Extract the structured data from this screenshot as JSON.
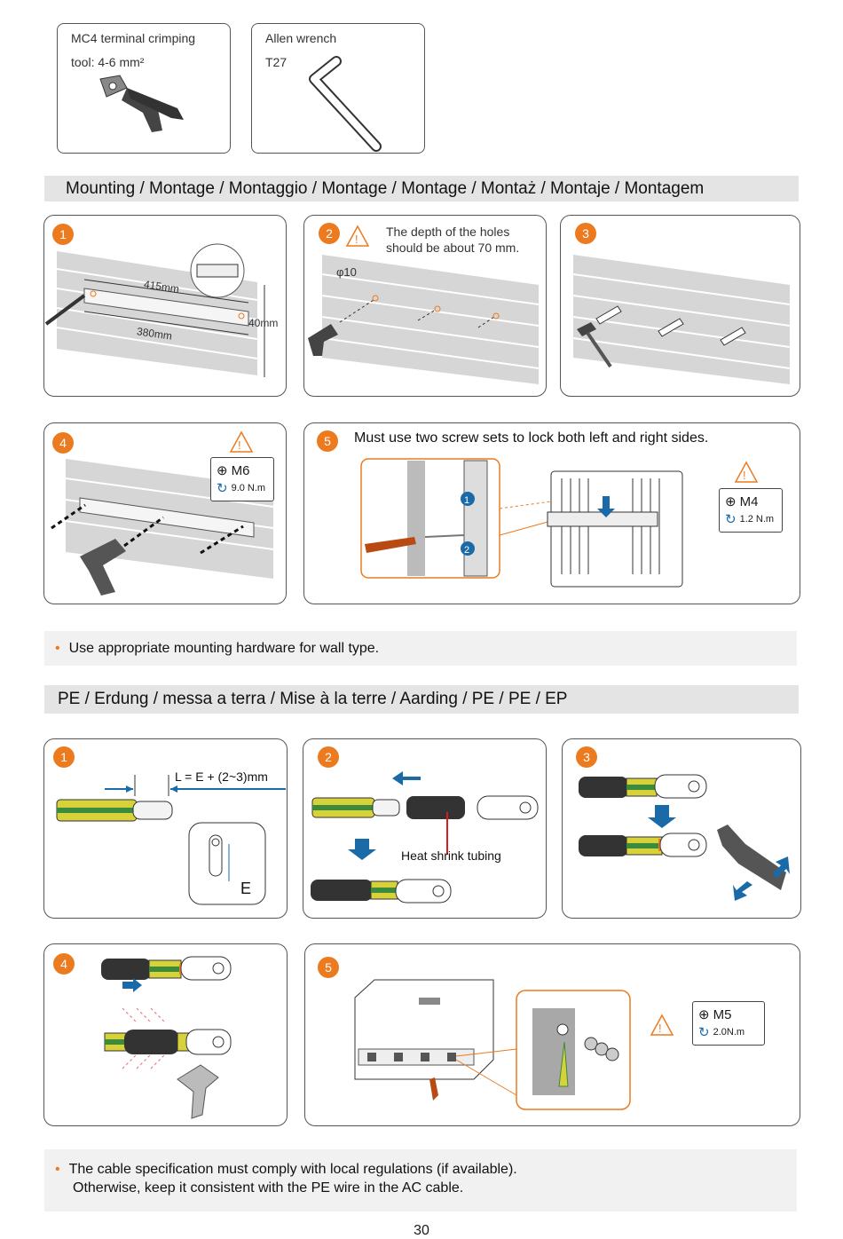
{
  "tools": [
    {
      "line1": "MC4 terminal crimping",
      "line2": "tool: 4-6 mm²"
    },
    {
      "line1": "Allen wrench",
      "line2": "T27"
    }
  ],
  "mounting": {
    "title": "Mounting / Montage / Montaggio / Montage / Montage / Montaż / Montaje / Montagem",
    "steps": {
      "s1": {
        "num": "1",
        "dim_415": "415mm",
        "dim_380": "380mm",
        "dim_40": "40mm"
      },
      "s2": {
        "num": "2",
        "warning": "The depth of the holes should be about 70 mm.",
        "warning_l1": "The depth of the holes",
        "warning_l2": "should be about 70 mm.",
        "drill": "φ10"
      },
      "s3": {
        "num": "3"
      },
      "s4": {
        "num": "4",
        "screw": "M6",
        "torque": "9.0 N.m"
      },
      "s5": {
        "num": "5",
        "text": "Must use two screw sets to lock both left and right sides.",
        "screw": "M4",
        "torque": "1.2 N.m",
        "mark1": "1",
        "mark2": "2"
      }
    },
    "note": "Use appropriate mounting hardware for wall type."
  },
  "pe": {
    "title": "PE / Erdung / messa a terra / Mise à la terre / Aarding / PE / PE / EP",
    "steps": {
      "s1": {
        "num": "1",
        "formula": "L = E + (2~3)mm",
        "e_label": "E"
      },
      "s2": {
        "num": "2",
        "label": "Heat shrink tubing"
      },
      "s3": {
        "num": "3"
      },
      "s4": {
        "num": "4"
      },
      "s5": {
        "num": "5",
        "screw": "M5",
        "torque": "2.0N.m"
      }
    },
    "note_l1": "The cable specification must comply with local regulations (if available).",
    "note_l2": "Otherwise, keep it consistent with the PE wire in the AC cable."
  },
  "page_number": "30",
  "colors": {
    "accent": "#ec7a1e",
    "blue": "#1a6aa8",
    "wire_yellow": "#d8d23a",
    "wire_green": "#3c8a3c"
  }
}
